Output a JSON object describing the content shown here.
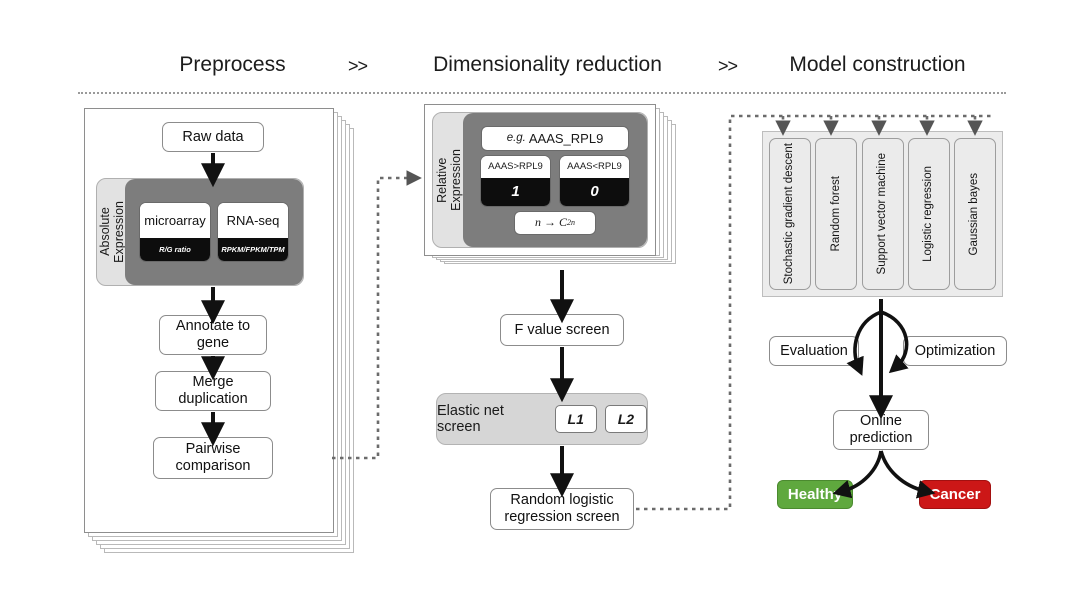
{
  "header": {
    "stages": [
      {
        "label": "Preprocess"
      },
      {
        "label": "Dimensionality reduction"
      },
      {
        "label": "Model construction"
      }
    ],
    "chevron": ">>"
  },
  "preprocess": {
    "raw_data": "Raw data",
    "group_label": "Absolute\nExpression",
    "group_label_line1": "Absolute",
    "group_label_line2": "Expression",
    "platforms": [
      {
        "name": "microarray",
        "metric": "R/G ratio"
      },
      {
        "name": "RNA-seq",
        "metric": "RPKM/FPKM/TPM"
      }
    ],
    "steps": [
      {
        "label": "Annotate to gene"
      },
      {
        "label": "Merge duplication"
      },
      {
        "label": "Pairwise comparison"
      }
    ]
  },
  "dimensionality": {
    "group_label_line1": "Relative",
    "group_label_line2": "Expression",
    "example_prefix": "e.g.",
    "example_pair": "AAAS_RPL9",
    "comparisons": [
      {
        "condition": "AAAS>RPL9",
        "value": "1"
      },
      {
        "condition": "AAAS<RPL9",
        "value": "0"
      }
    ],
    "formula": {
      "base": "n",
      "arrow": "→",
      "symbol": "C",
      "sup": "2",
      "sub": "n"
    },
    "f_value_screen": "F value screen",
    "elastic_net": {
      "label": "Elastic net screen",
      "penalties": [
        "L1",
        "L2"
      ]
    },
    "random_logistic": "Random logistic regression screen"
  },
  "model_construction": {
    "models": [
      {
        "label": "Stochastic gradient descent"
      },
      {
        "label": "Random forest"
      },
      {
        "label": "Support vector machine"
      },
      {
        "label": "Logistic regression"
      },
      {
        "label": "Gaussian bayes"
      }
    ],
    "evaluation": "Evaluation",
    "optimization": "Optimization",
    "online_prediction": "Online prediction",
    "outcomes": [
      {
        "label": "Healthy",
        "color": "#5FA83E"
      },
      {
        "label": "Cancer",
        "color": "#CC1717"
      }
    ]
  },
  "colors": {
    "panel_gray": "#e2e2e2",
    "inner_gray": "#7d7d7d",
    "model_panel": "#ececec",
    "healthy_green": "#5FA83E",
    "cancer_red": "#CC1717",
    "dotted_line": "#6b6b6b"
  }
}
